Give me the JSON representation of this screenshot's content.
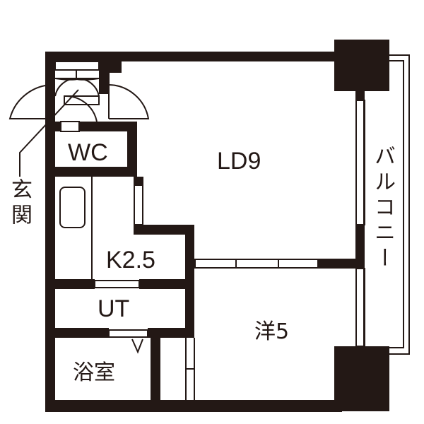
{
  "floorplan": {
    "wall_color": "#231815",
    "background": "#ffffff",
    "rooms": [
      {
        "id": "ld",
        "label": "LD9"
      },
      {
        "id": "wc",
        "label": "WC"
      },
      {
        "id": "kitchen",
        "label": "K2.5"
      },
      {
        "id": "ut",
        "label": "UT"
      },
      {
        "id": "bath",
        "label": "浴室"
      },
      {
        "id": "western",
        "label": "洋5"
      },
      {
        "id": "balcony",
        "label": "バルコニー"
      },
      {
        "id": "entrance",
        "label": "玄関"
      }
    ]
  }
}
